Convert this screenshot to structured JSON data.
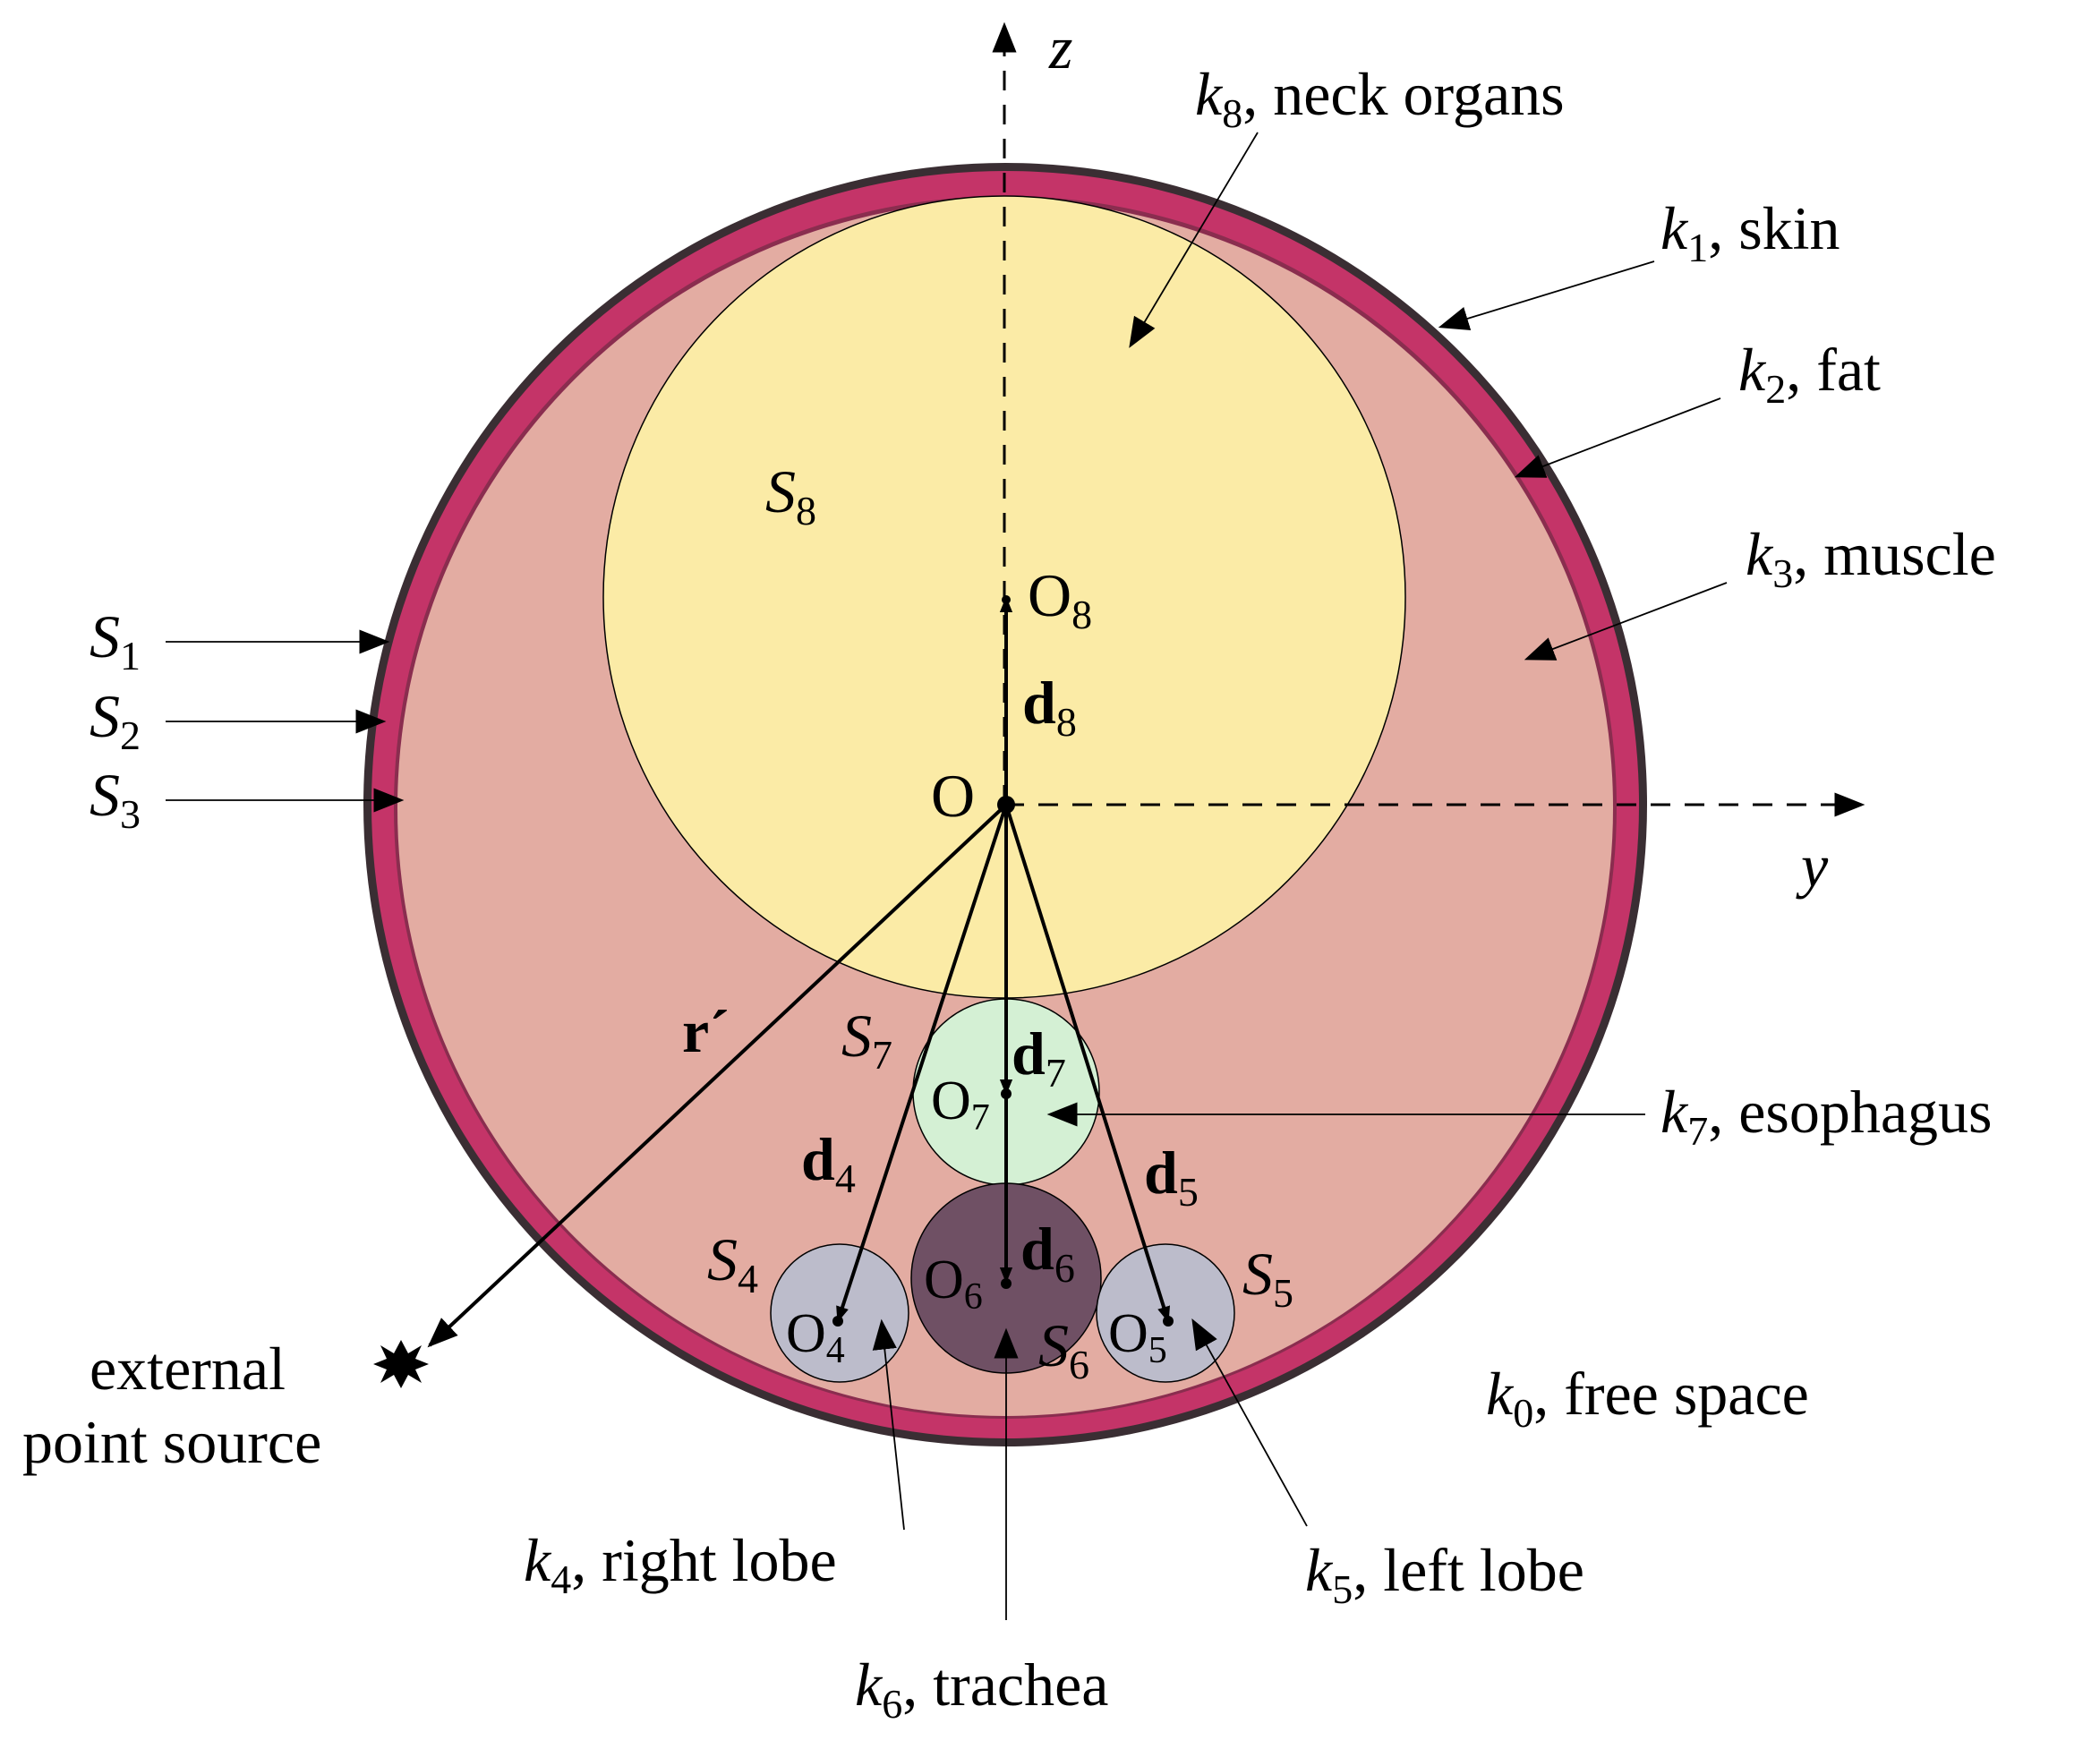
{
  "colors": {
    "skin": "#c43468",
    "outline": "#3a2e33",
    "muscle": "#e3aca2",
    "neck_organs": "#fbeba6",
    "esophagus": "#d4f0d4",
    "trachea": "#6f5064",
    "lobes": "#bcbccb",
    "line": "#000000"
  },
  "axes": {
    "z": "z",
    "y": "y"
  },
  "origin": {
    "label": "O"
  },
  "layer_labels": [
    {
      "k": "k",
      "sub": "8",
      "text": ", neck organs"
    },
    {
      "k": "k",
      "sub": "1",
      "text": ", skin"
    },
    {
      "k": "k",
      "sub": "2",
      "text": ", fat"
    },
    {
      "k": "k",
      "sub": "3",
      "text": ", muscle"
    },
    {
      "k": "k",
      "sub": "7",
      "text": ", esophagus"
    },
    {
      "k": "k",
      "sub": "0",
      "text": ", free space"
    },
    {
      "k": "k",
      "sub": "4",
      "text": ", right lobe"
    },
    {
      "k": "k",
      "sub": "5",
      "text": ", left lobe"
    },
    {
      "k": "k",
      "sub": "6",
      "text": ", trachea"
    }
  ],
  "surface_labels": [
    {
      "s": "S",
      "sub": "1"
    },
    {
      "s": "S",
      "sub": "2"
    },
    {
      "s": "S",
      "sub": "3"
    },
    {
      "s": "S",
      "sub": "8"
    },
    {
      "s": "S",
      "sub": "7"
    },
    {
      "s": "S",
      "sub": "4"
    },
    {
      "s": "S",
      "sub": "5"
    },
    {
      "s": "S",
      "sub": "6"
    }
  ],
  "center_labels": [
    {
      "o": "O",
      "sub": "8"
    },
    {
      "o": "O",
      "sub": "7"
    },
    {
      "o": "O",
      "sub": "6"
    },
    {
      "o": "O",
      "sub": "4"
    },
    {
      "o": "O",
      "sub": "5"
    }
  ],
  "vector_labels": [
    {
      "d": "d",
      "sub": "8"
    },
    {
      "d": "d",
      "sub": "7"
    },
    {
      "d": "d",
      "sub": "6"
    },
    {
      "d": "d",
      "sub": "4"
    },
    {
      "d": "d",
      "sub": "5"
    },
    {
      "d": "r´",
      "sub": ""
    }
  ],
  "source": {
    "line1": "external",
    "line2": "point source"
  }
}
